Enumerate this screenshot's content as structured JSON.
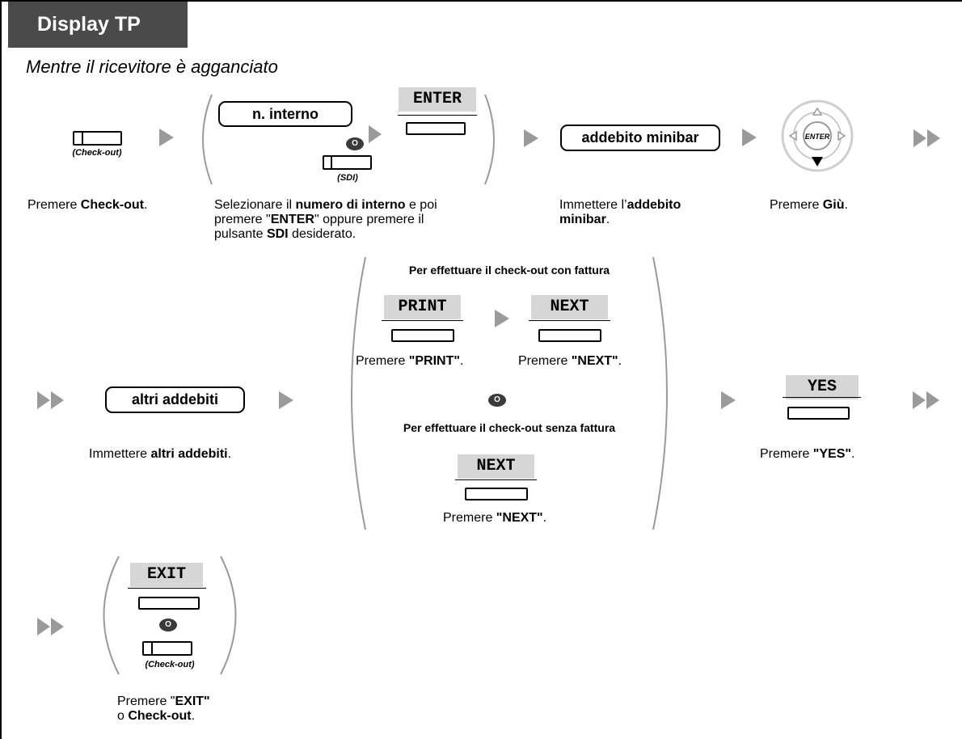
{
  "header": {
    "tab_title": "Display TP",
    "condition": "Mentre il ricevitore è agganciato"
  },
  "step1": {
    "button_caption": "(Check-out)",
    "instr_pre": "Premere ",
    "instr_bold": "Check-out",
    "instr_post": "."
  },
  "step2": {
    "ext_label": "n. interno",
    "enter_label": "ENTER",
    "or_label": "O",
    "sdi_caption": "(SDI)",
    "instr_l1_pre": "Selezionare il ",
    "instr_l1_bold": "numero di interno",
    "instr_l1_post": " e poi",
    "instr_l2_pre": "premere \"",
    "instr_l2_bold": "ENTER",
    "instr_l2_post": "\" oppure premere il",
    "instr_l3_pre": "pulsante ",
    "instr_l3_bold": "SDI",
    "instr_l3_post": " desiderato."
  },
  "step3": {
    "pill_label": "addebito minibar",
    "instr_l1_pre": "Immettere l’",
    "instr_l1_bold": "addebito",
    "instr_l2_bold": "minibar",
    "instr_l2_post": "."
  },
  "step4": {
    "enter_key": "ENTER",
    "instr_pre": "Premere ",
    "instr_bold": "Giù",
    "instr_post": "."
  },
  "step5": {
    "pill_label": "altri addebiti",
    "instr_pre": "Immettere ",
    "instr_bold": "altri addebiti",
    "instr_post": "."
  },
  "step6": {
    "with_invoice_title": "Per effettuare il check-out con fattura",
    "print_label": "PRINT",
    "next_label": "NEXT",
    "print_instr_pre": "Premere ",
    "print_instr_bold": "\"PRINT\"",
    "print_instr_post": ".",
    "next_instr_pre": "Premere ",
    "next_instr_bold": "\"NEXT\"",
    "next_instr_post": ".",
    "or_label": "O",
    "without_invoice_title": "Per effettuare il check-out senza fattura",
    "next2_label": "NEXT",
    "next2_instr_pre": "Premere ",
    "next2_instr_bold": "\"NEXT\"",
    "next2_instr_post": "."
  },
  "step7": {
    "yes_label": "YES",
    "instr_pre": "Premere ",
    "instr_bold": "\"YES\"",
    "instr_post": "."
  },
  "step8": {
    "exit_label": "EXIT",
    "or_label": "O",
    "button_caption": "(Check-out)",
    "instr_l1_pre": "Premere \"",
    "instr_l1_bold": "EXIT\"",
    "instr_l2_pre": "o ",
    "instr_l2_bold": "Check-out",
    "instr_l2_post": "."
  }
}
